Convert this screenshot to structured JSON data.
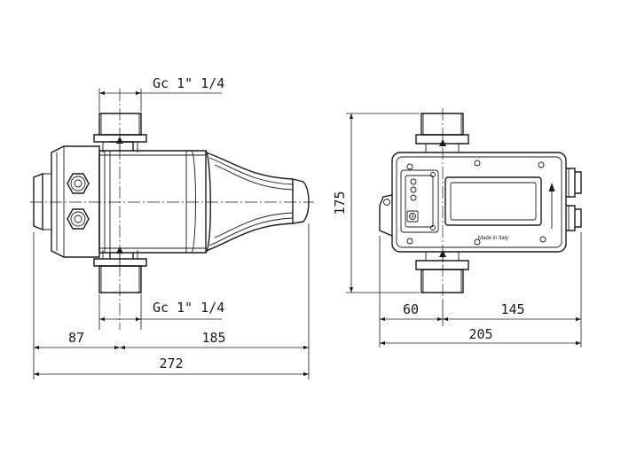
{
  "labels": {
    "thread_top": "Gc 1\" 1/4",
    "thread_bottom": "Gc 1\" 1/4",
    "made_in": "Made in Italy"
  },
  "dimensions": {
    "dim_87": "87",
    "dim_185": "185",
    "dim_272": "272",
    "dim_175": "175",
    "dim_60": "60",
    "dim_145": "145",
    "dim_205": "205"
  }
}
